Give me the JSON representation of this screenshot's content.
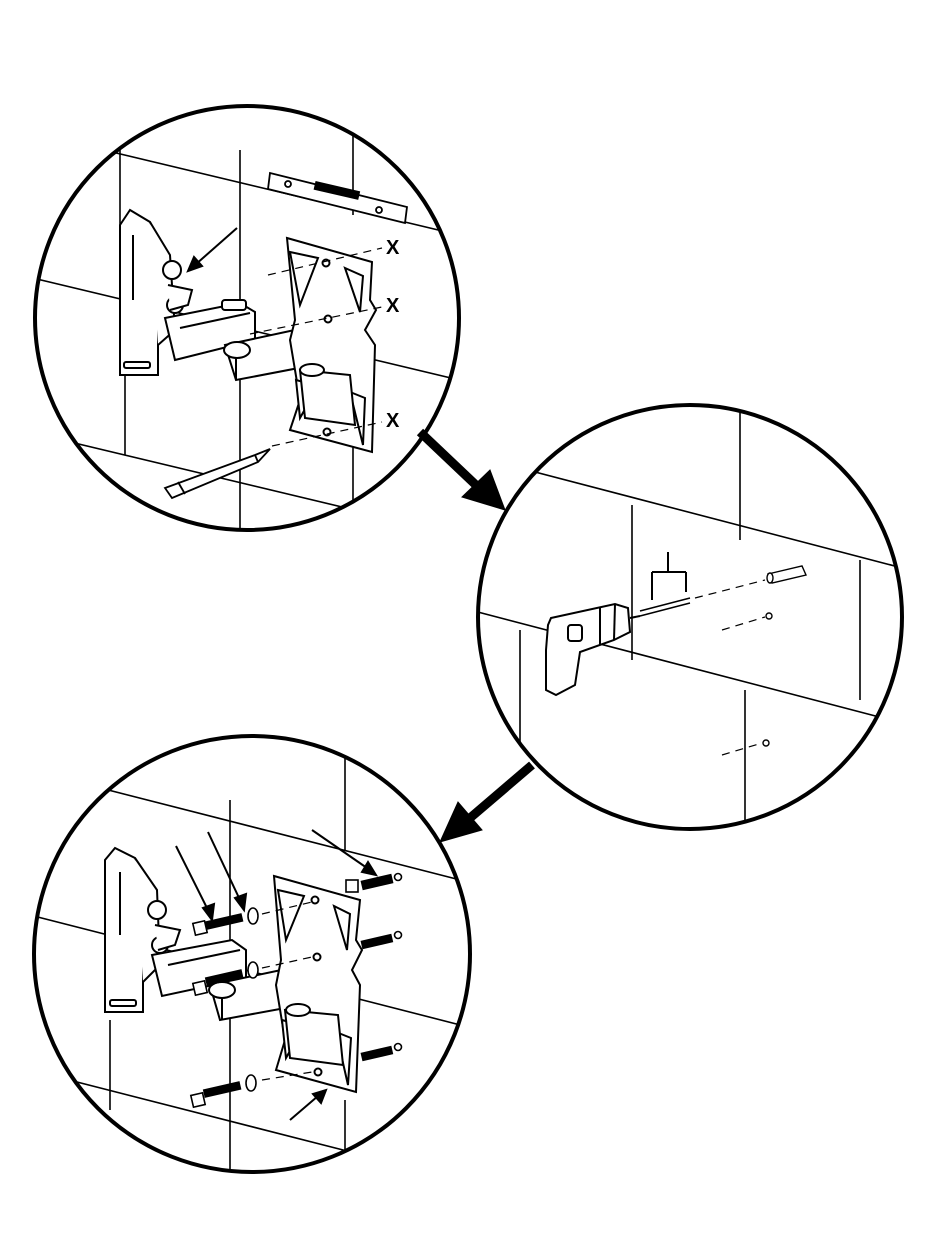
{
  "diagram": {
    "steps": [
      {
        "name": "mark-holes"
      },
      {
        "name": "drill-holes"
      },
      {
        "name": "fasten-bracket"
      }
    ],
    "marks": {
      "top": "X",
      "middle": "X",
      "bottom": "X"
    },
    "colors": {
      "ink": "#000000",
      "paper": "#ffffff"
    }
  }
}
